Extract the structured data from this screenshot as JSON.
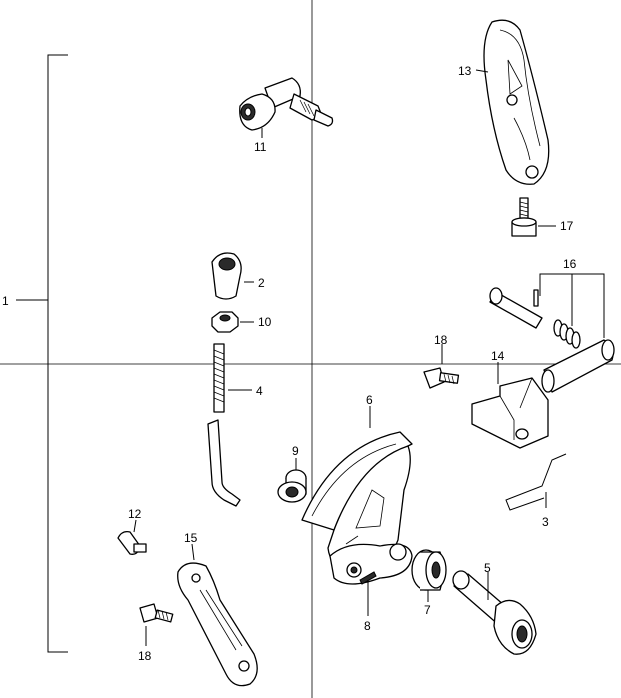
{
  "diagram": {
    "callouts": {
      "p1": "1",
      "p2": "2",
      "p3": "3",
      "p4": "4",
      "p5": "5",
      "p6": "6",
      "p7": "7",
      "p8": "8",
      "p9": "9",
      "p10": "10",
      "p11": "11",
      "p12": "12",
      "p13": "13",
      "p14": "14",
      "p15": "15",
      "p16": "16",
      "p17": "17",
      "p18a": "18",
      "p18b": "18"
    }
  }
}
